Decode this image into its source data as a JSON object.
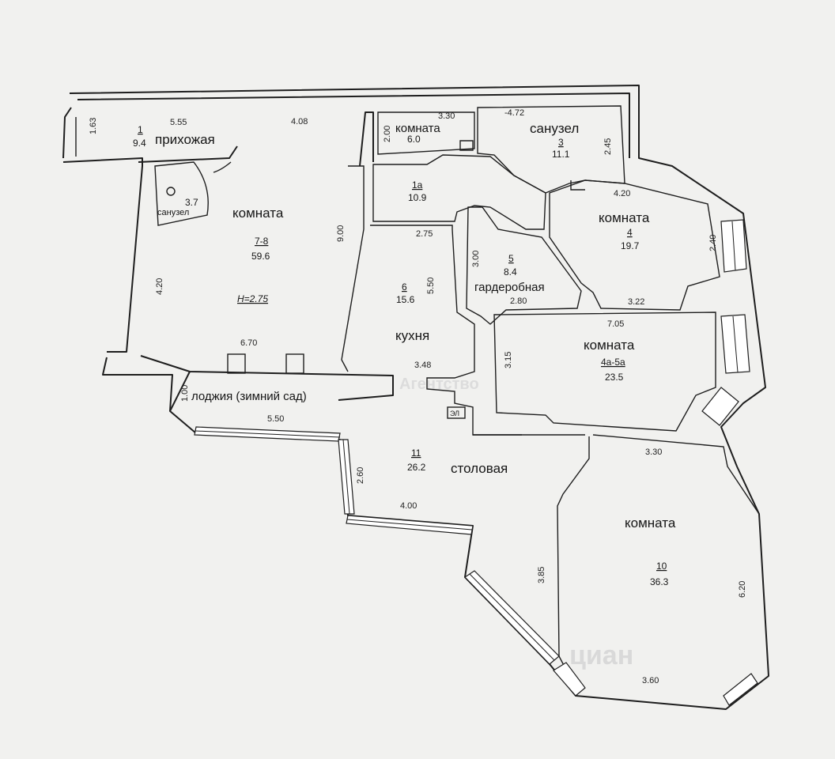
{
  "rooms": {
    "r1": {
      "num": "1",
      "area": "9.4",
      "name": "прихожая"
    },
    "r1a": {
      "num": "1а",
      "area": "10.9"
    },
    "r2": {
      "name": "комната",
      "area": "6.0"
    },
    "r3": {
      "name": "санузел",
      "num": "3",
      "area": "11.1"
    },
    "r3_7": {
      "area": "3.7",
      "name": "санузел"
    },
    "r4": {
      "name": "комната",
      "num": "4",
      "area": "19.7"
    },
    "r4a5a": {
      "name": "комната",
      "num": "4а-5а",
      "area": "23.5"
    },
    "r5": {
      "num": "5",
      "area": "8.4",
      "name": "гардеробная"
    },
    "r6": {
      "num": "6",
      "area": "15.6",
      "name": "кухня"
    },
    "r78": {
      "name": "комната",
      "num": "7-8",
      "area": "59.6",
      "height": "H=2.75"
    },
    "r10": {
      "name": "комната",
      "num": "10",
      "area": "36.3"
    },
    "r11": {
      "num": "11",
      "area": "26.2",
      "name": "столовая"
    },
    "loggia": {
      "name": "лоджия (зимний сад)"
    }
  },
  "dimensions": {
    "d_1_63": "1.63",
    "d_5_55": "5.55",
    "d_4_08": "4.08",
    "d_3_30a": "3.30",
    "d_4_72": "-4.72",
    "d_2_00": "2.00",
    "d_2_45": "2.45",
    "d_4_20a": "4.20",
    "d_2_40": "2.40",
    "d_9_00": "9.00",
    "d_2_75": "2.75",
    "d_3_00": "3.00",
    "d_5_50a": "5.50",
    "d_2_80": "2.80",
    "d_3_22": "3.22",
    "d_4_20b": "4.20",
    "d_7_05": "7.05",
    "d_3_15": "3.15",
    "d_6_70": "6.70",
    "d_3_48": "3.48",
    "d_1_00": "1.00",
    "d_5_50b": "5.50",
    "d_3_30b": "3.30",
    "d_2_60": "2.60",
    "d_4_00": "4.00",
    "d_3_85": "3.85",
    "d_6_20": "6.20",
    "d_3_60": "3.60"
  },
  "marks": {
    "el": "ЭЛ"
  },
  "watermarks": {
    "agency": "Агентство",
    "cian": "циан"
  }
}
